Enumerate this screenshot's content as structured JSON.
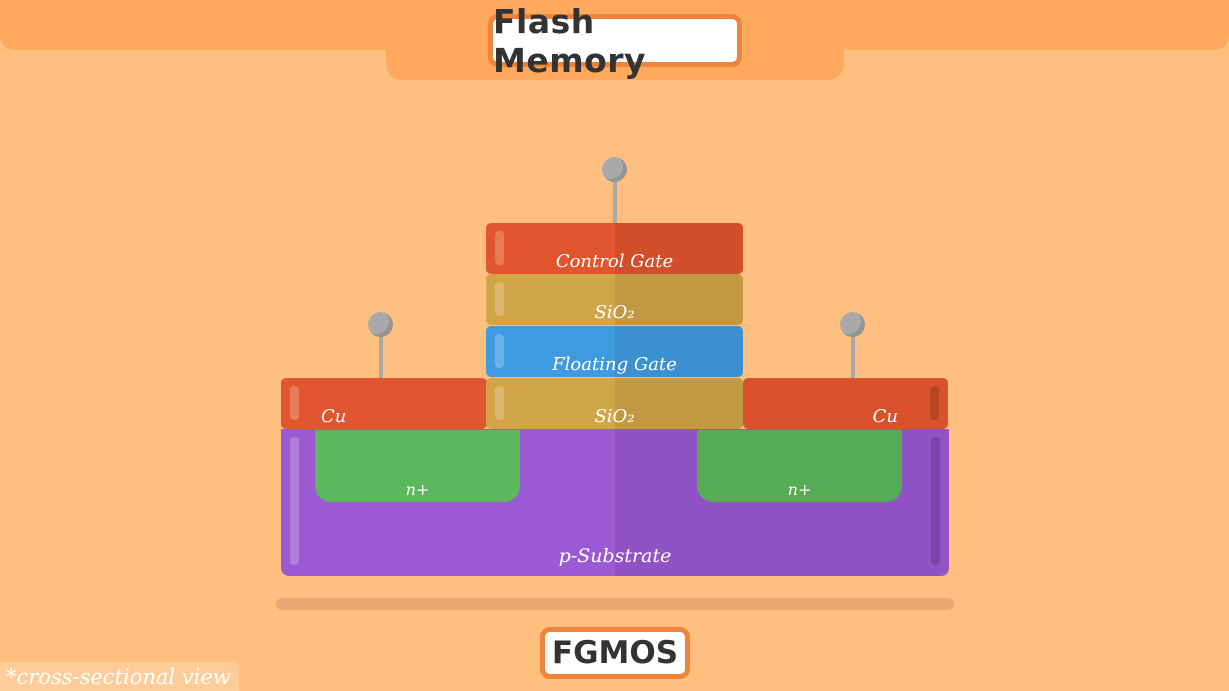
{
  "header": {
    "title": "Flash Memory"
  },
  "diagram": {
    "layers": {
      "control_gate": "Control Gate",
      "oxide_top": "SiO₂",
      "floating_gate": "Floating Gate",
      "oxide_bottom": "SiO₂",
      "source_contact": "Cu",
      "drain_contact": "Cu",
      "source_region": "n+",
      "drain_region": "n+",
      "substrate": "p-Substrate"
    },
    "caption": "FGMOS"
  },
  "footnote": "*cross-sectional view",
  "colors": {
    "background": "#ffc07f",
    "header_bar": "#ffa95c",
    "title_border": "#f0853a",
    "gate_contact": "#e2562f",
    "oxide": "#d1a548",
    "floating_gate": "#3f9be0",
    "substrate": "#9b59d4",
    "n_plus": "#5cb85c",
    "terminal": "#a9a9a9"
  }
}
